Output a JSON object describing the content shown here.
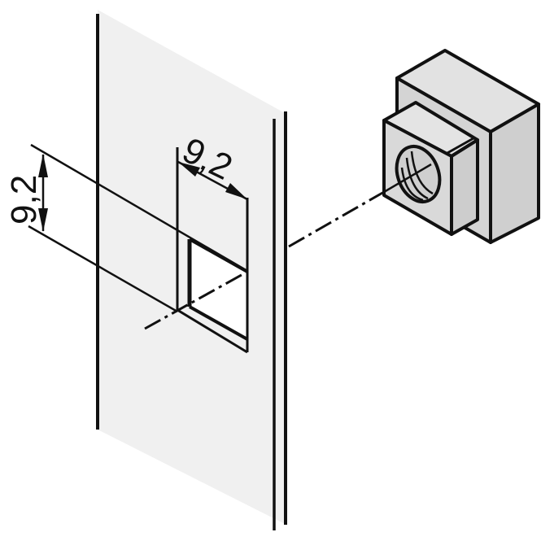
{
  "diagram": {
    "type": "isometric technical drawing",
    "subject": "square cutout in panel with square cage nut",
    "dimensions": {
      "cutout_width": "9,2",
      "cutout_height": "9,2"
    },
    "components": {
      "panel": "sheet panel (two-line edge thickness)",
      "cutout": "square opening",
      "nut": "square threaded nut with shoulder",
      "centerline": "dash-dot axis from cutout to nut"
    },
    "colors": {
      "background": "#ffffff",
      "panel_fill": "#f0f0f0",
      "nut_fill": "#d9d9d9",
      "nut_top": "#e2e2e2",
      "line": "#111111"
    }
  }
}
